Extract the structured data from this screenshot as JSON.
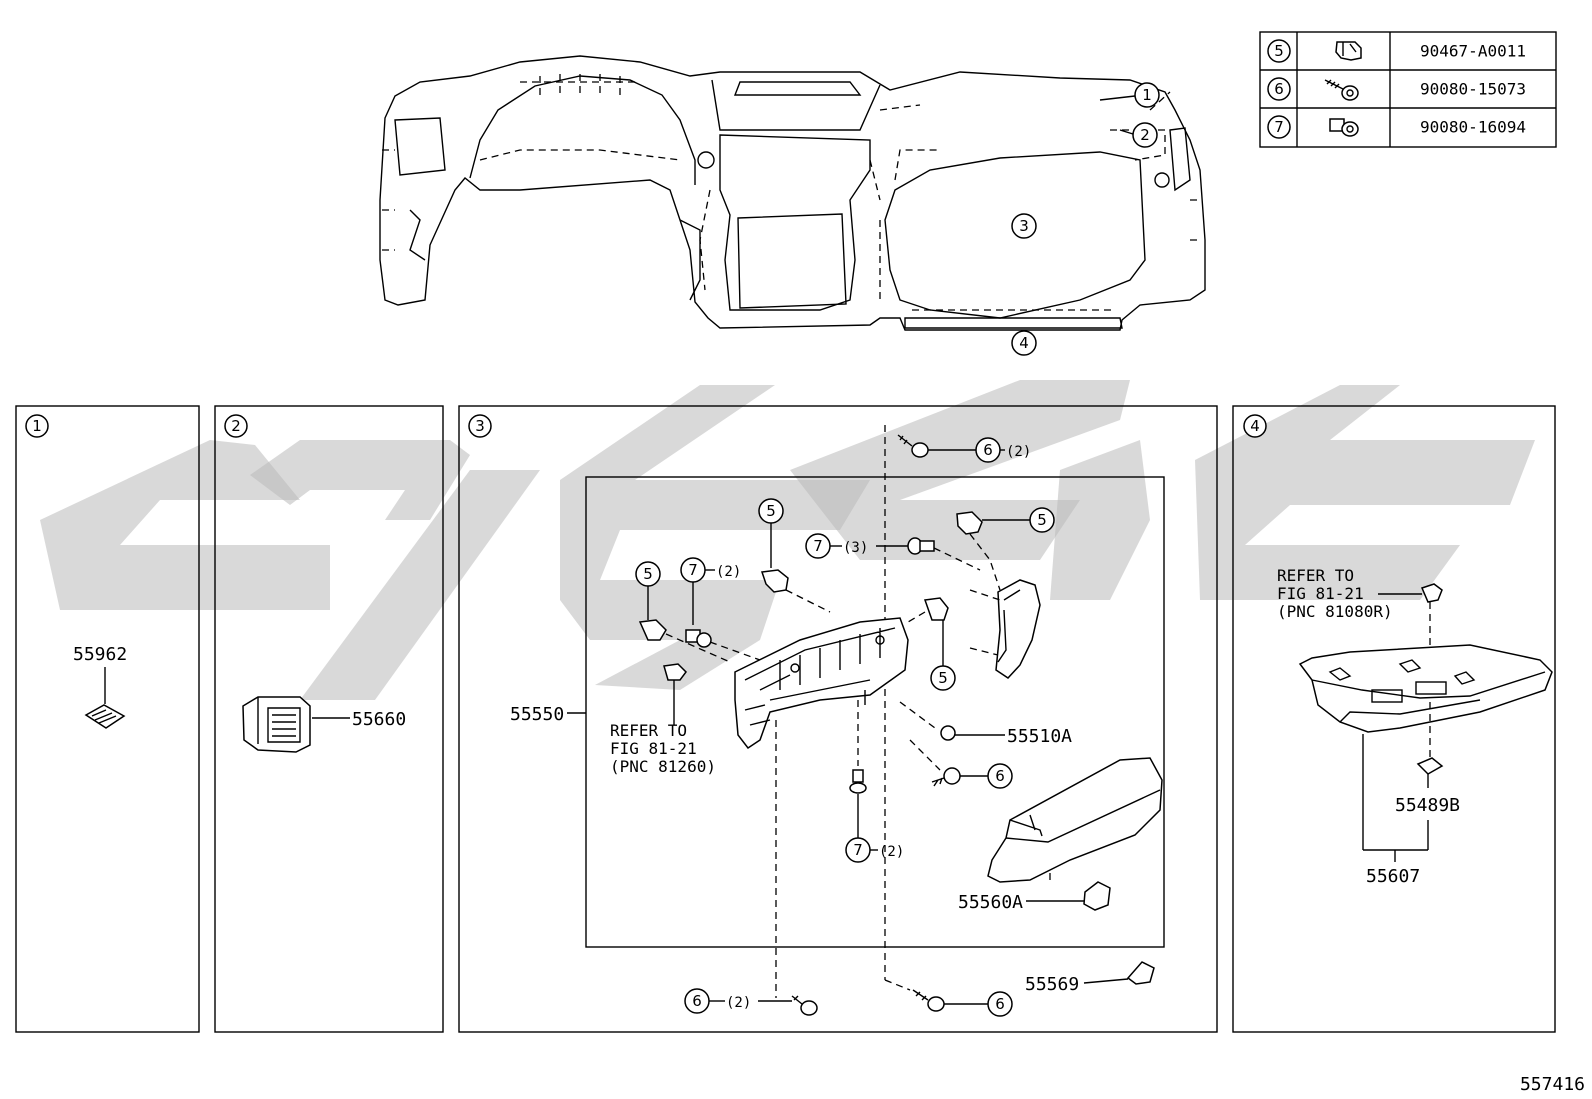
{
  "fastener_table": [
    {
      "ref": "5",
      "icon": "clip-icon",
      "part_no": "90467-A0011"
    },
    {
      "ref": "6",
      "icon": "screw-icon",
      "part_no": "90080-15073"
    },
    {
      "ref": "7",
      "icon": "screw-icon",
      "part_no": "90080-16094"
    }
  ],
  "overview_callouts": [
    "1",
    "2",
    "3",
    "4"
  ],
  "panels": {
    "p1": {
      "ref": "1",
      "part": "55962"
    },
    "p2": {
      "ref": "2",
      "part": "55660"
    },
    "p3": {
      "ref": "3",
      "assembly": "55550",
      "screw_top_qty": "(2)",
      "clip_top": "5",
      "clip_right": "5",
      "clip_mid": "5",
      "clip_left": "5",
      "bolt_mid_qty": "(3)",
      "bolt_left_qty": "(2)",
      "bolt_bottom_qty": "(2)",
      "screw_bottom_qty": "(2)",
      "refer_lines": [
        "REFER TO",
        "FIG 81-21",
        "(PNC 81260)"
      ],
      "p55510a": "55510A",
      "p55560a": "55560A",
      "p55569": "55569",
      "ref6": "6",
      "ref7": "7"
    },
    "p4": {
      "ref": "4",
      "refer_lines": [
        "REFER TO",
        "FIG 81-21",
        "(PNC 81080R)"
      ],
      "p55489b": "55489B",
      "p55607": "55607"
    }
  },
  "diagram_number": "557416"
}
